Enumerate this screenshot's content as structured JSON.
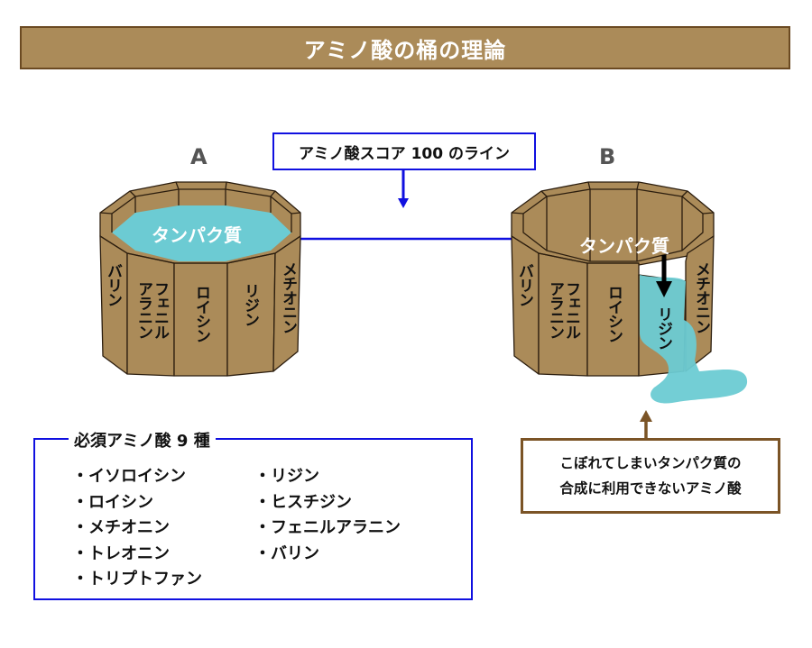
{
  "title": "アミノ酸の桶の理論",
  "score_line_label": "アミノ酸スコア 100 のライン",
  "barrel_a": {
    "label": "A",
    "liquid_label": "タンパク質",
    "staves": [
      "バリン",
      "フェニ\nアラニン",
      "ロイシン",
      "リジン",
      "メチオニン"
    ],
    "stave_lines": [
      [
        "バリン"
      ],
      [
        "フェニル",
        "アラニン"
      ],
      [
        "ロイシン"
      ],
      [
        "リジン"
      ],
      [
        "メチオニン"
      ]
    ]
  },
  "barrel_b": {
    "label": "B",
    "liquid_label": "タンパク質",
    "stave_lines": [
      [
        "バリン"
      ],
      [
        "フェニル",
        "アラニン"
      ],
      [
        "ロイシン"
      ],
      [
        "リジン"
      ],
      [
        "メチオニン"
      ]
    ],
    "short_stave": "リジン"
  },
  "essential": {
    "title": "必須アミノ酸 9 種",
    "left_column": [
      "・イソロイシン",
      "・ロイシン",
      "・メチオニン",
      "・トレオニン",
      "・トリプトファン"
    ],
    "right_column": [
      "・リジン",
      "・ヒスチジン",
      "・フェニルアラニン",
      "・バリン"
    ]
  },
  "spill_note": {
    "line1": "こぼれてしまいタンパク質の",
    "line2": "合成に利用できないアミノ酸"
  },
  "colors": {
    "wood": "#ab8b59",
    "wood_dark": "#6b4a22",
    "liquid": "#6ccbd3",
    "line_blue": "#1010e0",
    "arrow_brown": "#7b5426"
  }
}
